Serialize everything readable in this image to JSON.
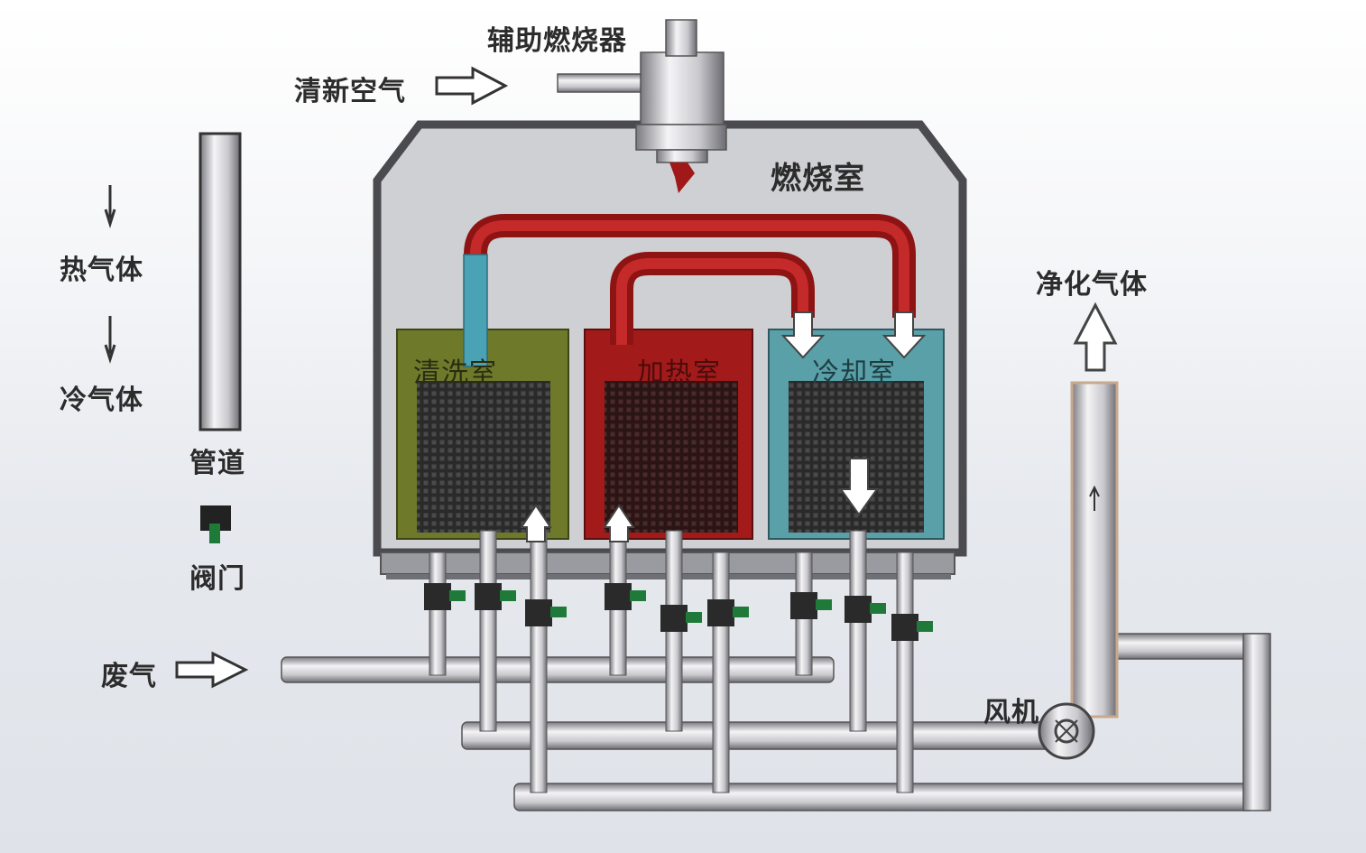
{
  "labels": {
    "aux_burner": "辅助燃烧器",
    "fresh_air": "清新空气",
    "combustion_chamber": "燃烧室",
    "hot_gas": "热气体",
    "cold_gas": "冷气体",
    "pipe": "管道",
    "valve": "阀门",
    "waste_gas": "废气",
    "purified_gas": "净化气体",
    "fan": "风机",
    "cleaning_chamber": "清洗室",
    "heating_chamber": "加热室",
    "cooling_chamber": "冷却室"
  },
  "colors": {
    "cleaning_chamber": "#6e7a2a",
    "heating_chamber": "#a31a1a",
    "cooling_chamber": "#5aa0a8",
    "hot_pipe": "#b22222",
    "cool_pipe": "#4aa3b5",
    "valve": "#1f7a3a",
    "housing": "#cfd0d3"
  },
  "icons": {
    "flame": "flame-icon",
    "flow_arrow": "arrow-icon"
  }
}
